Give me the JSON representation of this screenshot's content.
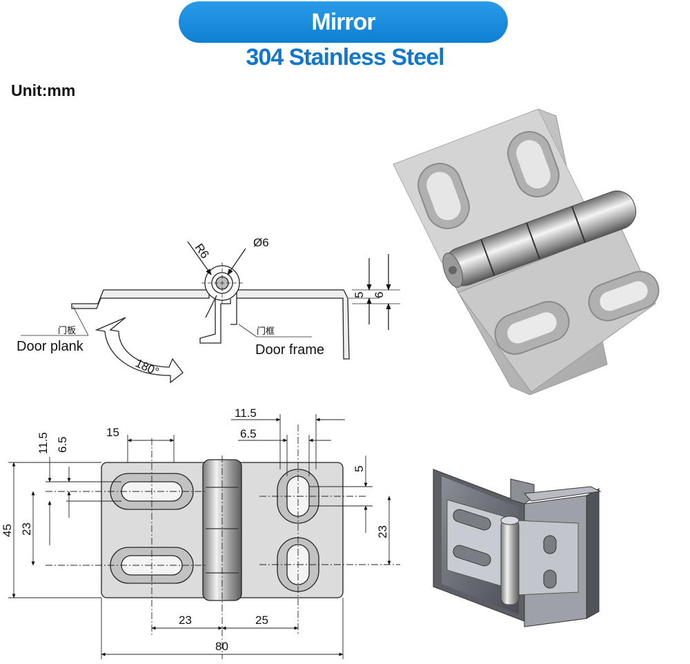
{
  "header": {
    "finish": "Mirror",
    "material": "304 Stainless Steel"
  },
  "unit_label": "Unit:mm",
  "side_view": {
    "radius_label": "R6",
    "diameter_label": "Ø6",
    "dim_5": "5",
    "dim_6": "6",
    "door_plank_cn": "门板",
    "door_plank": "Door plank",
    "door_frame_cn": "门框",
    "door_frame": "Door frame",
    "rotation": "180°"
  },
  "top_view": {
    "dim_15": "15",
    "dim_11_5_left": "11.5",
    "dim_6_5_left": "6.5",
    "dim_11_5_right": "11.5",
    "dim_6_5_right": "6.5",
    "dim_5_right": "5",
    "dim_45": "45",
    "dim_23_left": "23",
    "dim_23_right": "23",
    "dim_23_bottom": "23",
    "dim_25_bottom": "25",
    "dim_80": "80"
  }
}
